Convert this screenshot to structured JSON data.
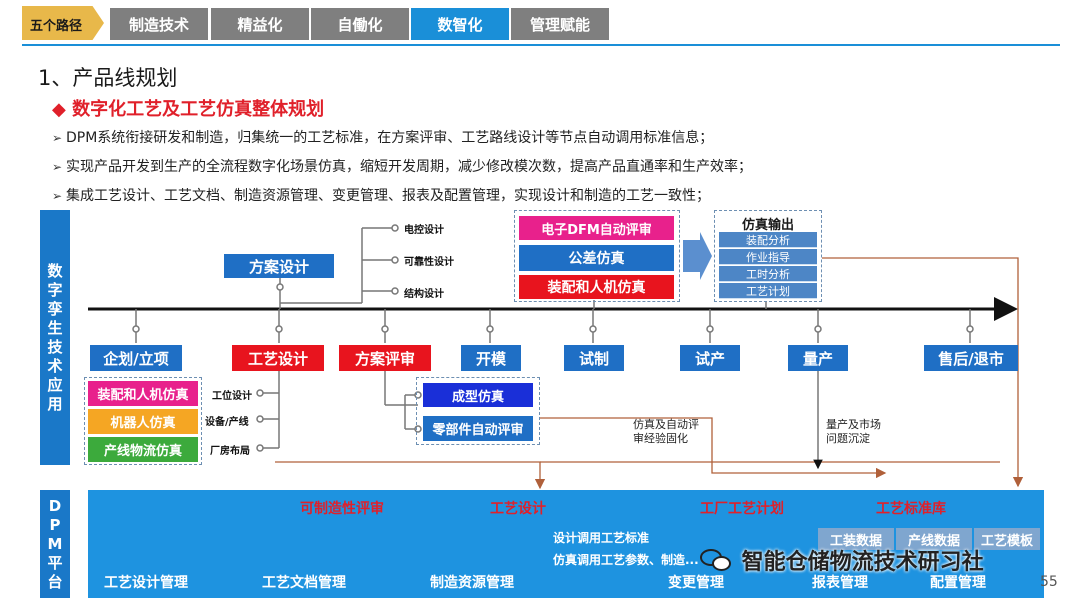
{
  "nav": {
    "path_label": "五个路径",
    "tabs": [
      "制造技术",
      "精益化",
      "自働化",
      "数智化",
      "管理赋能"
    ],
    "active": "数智化"
  },
  "section_title": "1、产品线规划",
  "subtitle": "◆ 数字化工艺及工艺仿真整体规划",
  "bullets": [
    "DPM系统衔接研发和制造，归集统一的工艺标准，在方案评审、工艺路线设计等节点自动调用标准信息；",
    "实现产品开发到生产的全流程数字化场景仿真，缩短开发周期，减少修改模次数，提高产品直通率和生产效率；",
    "集成工艺设计、工艺文档、制造资源管理、变更管理、报表及配置管理，实现设计和制造的工艺一致性；"
  ],
  "bands": {
    "digital_twin": [
      "数",
      "字",
      "孪",
      "生",
      "技",
      "术",
      "应",
      "用"
    ],
    "dpm": [
      "D",
      "P",
      "M",
      "平",
      "台"
    ]
  },
  "scheme_design": {
    "label": "方案设计",
    "items": [
      "电控设计",
      "可靠性设计",
      "结构设计"
    ]
  },
  "sim_top": [
    "电子DFM自动评审",
    "公差仿真",
    "装配和人机仿真"
  ],
  "sim_output": {
    "title": "仿真输出",
    "items": [
      "装配分析",
      "作业指导",
      "工时分析",
      "工艺计划"
    ]
  },
  "stages": [
    "企划/立项",
    "工艺设计",
    "方案评审",
    "开模",
    "试制",
    "试产",
    "量产",
    "售后/退市"
  ],
  "left_sims": [
    "装配和人机仿真",
    "机器人仿真",
    "产线物流仿真"
  ],
  "process_design_items": [
    "工位设计",
    "设备/产线",
    "厂房布局"
  ],
  "review_items": [
    "成型仿真",
    "零部件自动评审"
  ],
  "notes": {
    "sim_review": [
      "仿真及自动评",
      "审经验固化"
    ],
    "mass_production": [
      "量产及市场",
      "问题沉淀"
    ]
  },
  "dpm": {
    "red_labels": [
      "可制造性评审",
      "工艺设计",
      "工厂工艺计划",
      "工艺标准库"
    ],
    "notes": [
      "设计调用工艺标准",
      "仿真调用工艺参数、制造..."
    ],
    "tags": [
      "工装数据",
      "产线数据",
      "工艺模板"
    ],
    "modules": [
      "工艺设计管理",
      "工艺文档管理",
      "制造资源管理",
      "变更管理",
      "报表管理",
      "配置管理"
    ]
  },
  "watermark": "智能仓储物流技术研习社",
  "page_number": "55",
  "colors": {
    "accent_blue": "#1a8fd8",
    "box_blue": "#1f6fc5",
    "red": "#e8141e",
    "nav_gray": "#7f7f7f",
    "path_gold": "#e8b84a",
    "magenta": "#e8218c",
    "orange": "#f5a623",
    "green": "#3caa3c",
    "flow_arrow": "#b0603a"
  }
}
